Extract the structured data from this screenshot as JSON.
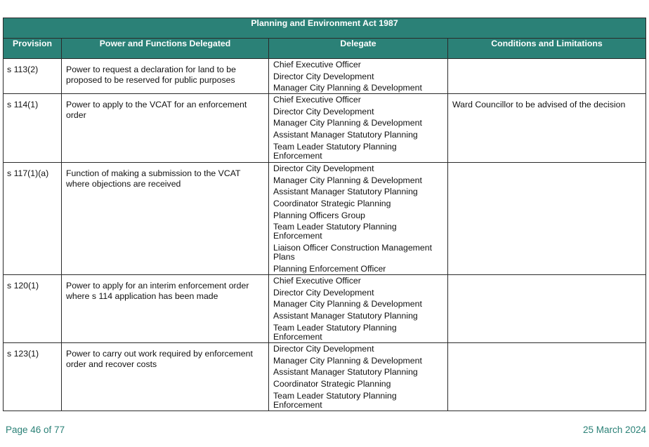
{
  "table": {
    "title": "Planning and Environment Act 1987",
    "headers": {
      "provision": "Provision",
      "powers": "Power and Functions Delegated",
      "delegate": "Delegate",
      "conditions": "Conditions and Limitations"
    },
    "rows": [
      {
        "provision": "s 113(2)",
        "power": "Power to request a declaration for land to be proposed to be reserved for public purposes",
        "delegates": [
          "Chief Executive Officer",
          "Director City Development",
          "Manager City Planning & Development"
        ],
        "conditions": ""
      },
      {
        "provision": "s 114(1)",
        "power": "Power to apply to the VCAT for an enforcement order",
        "delegates": [
          "Chief Executive Officer",
          "Director City Development",
          "Manager City Planning & Development",
          "Assistant Manager Statutory Planning",
          "Team Leader Statutory Planning Enforcement"
        ],
        "conditions": "Ward Councillor to be advised of the decision"
      },
      {
        "provision": "s 117(1)(a)",
        "power": "Function of making a submission to the VCAT where objections are received",
        "delegates": [
          "Director City Development",
          "Manager City Planning & Development",
          "Assistant Manager Statutory Planning",
          "Coordinator Strategic Planning",
          "Planning Officers Group",
          "Team Leader Statutory Planning Enforcement",
          "Liaison Officer Construction Management Plans",
          "Planning Enforcement Officer"
        ],
        "conditions": ""
      },
      {
        "provision": "s 120(1)",
        "power": "Power to apply for an interim enforcement order where s 114 application has been made",
        "delegates": [
          "Chief Executive Officer",
          "Director City Development",
          "Manager City Planning & Development",
          "Assistant Manager Statutory Planning",
          "Team Leader Statutory Planning Enforcement"
        ],
        "conditions": ""
      },
      {
        "provision": "s 123(1)",
        "power": "Power to carry out work required by enforcement order and recover costs",
        "delegates": [
          "Director City Development",
          "Manager City Planning & Development",
          "Assistant Manager Statutory Planning",
          "Coordinator Strategic Planning",
          "Team Leader Statutory Planning Enforcement"
        ],
        "conditions": ""
      }
    ]
  },
  "footer": {
    "page": "Page 46 of 77",
    "date": "25 March 2024"
  },
  "colors": {
    "header_bg": "#2b8177",
    "footer_text": "#2b8177"
  }
}
